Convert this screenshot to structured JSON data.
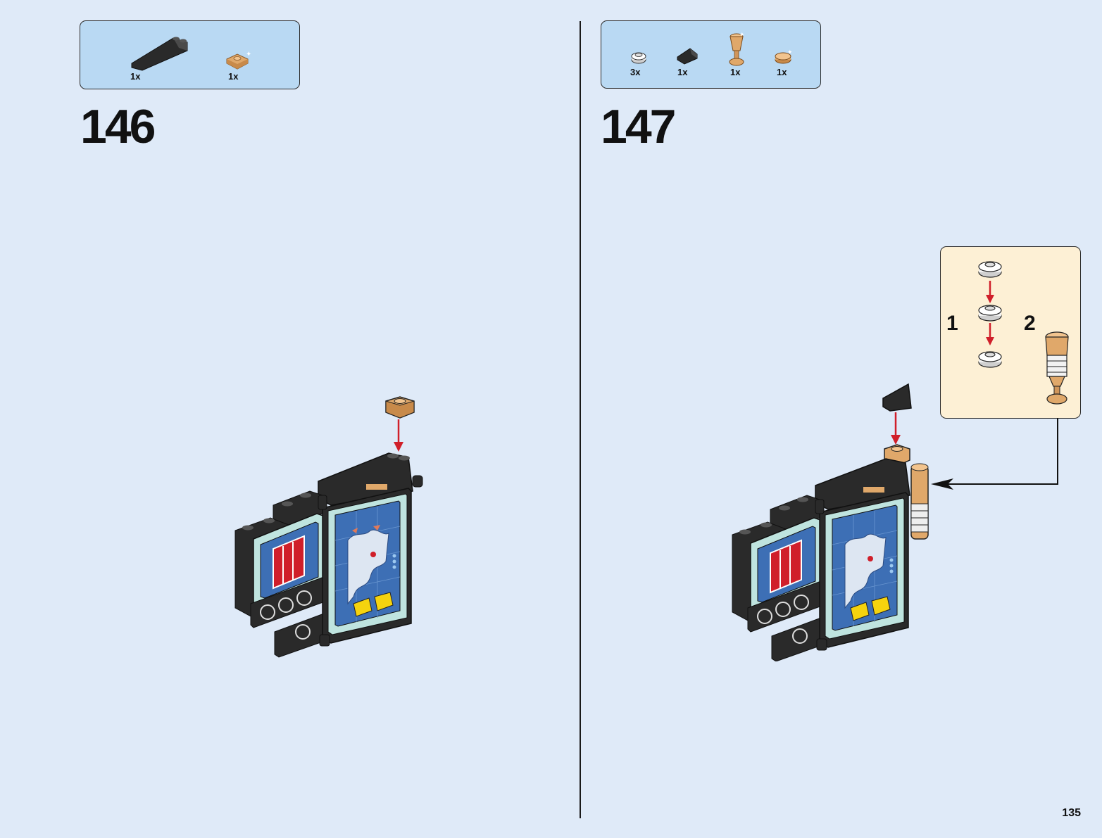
{
  "page_number": "135",
  "steps": [
    {
      "number": "146",
      "parts": [
        {
          "name": "black-slope-brick",
          "qty": "1x"
        },
        {
          "name": "tan-plate-1x1",
          "qty": "1x"
        }
      ]
    },
    {
      "number": "147",
      "parts": [
        {
          "name": "white-round-plate",
          "qty": "3x"
        },
        {
          "name": "black-slope-small",
          "qty": "1x"
        },
        {
          "name": "tan-goblet",
          "qty": "1x"
        },
        {
          "name": "tan-round-plate",
          "qty": "1x"
        }
      ],
      "callout": {
        "substeps": [
          "1",
          "2"
        ]
      }
    }
  ],
  "colors": {
    "background": "#dfeaf8",
    "parts_box": "#b9d9f3",
    "callout": "#fdf0d5",
    "arrow_red": "#d01f2a",
    "brick_black": "#2a2a2a",
    "brick_tan": "#e0a86a",
    "screen_blue": "#3d6fb5"
  }
}
